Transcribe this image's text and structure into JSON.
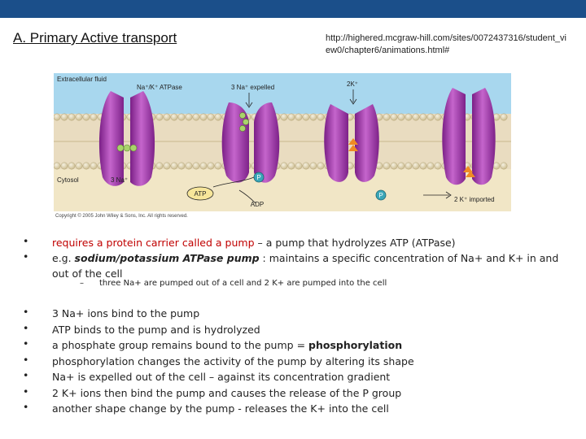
{
  "header": {
    "title": "A. Primary Active transport",
    "url": "http://highered.mcgraw-hill.com/sites/0072437316/student_view0/chapter6/animations.html#"
  },
  "figure": {
    "labels": {
      "extracellular": "Extracellular fluid",
      "pump": "Na⁺/K⁺ ATPase",
      "na_expelled": "3 Na⁺ expelled",
      "k_outside": "2K⁺",
      "cytosol": "Cytosol",
      "na_in": "3 Na⁺",
      "atp": "ATP",
      "adp": "ADP",
      "phosphate": "P",
      "k_imported": "2 K⁺ imported",
      "copyright": "Copyright © 2005 John Wiley & Sons, Inc.  All rights reserved."
    },
    "colors": {
      "extracellular": "#a8d7ee",
      "cytosol": "#f1e6c6",
      "pump": "#9b34a3",
      "pump_light": "#cf73cf",
      "sodium": "#a9d36b",
      "potassium": "#f08a24",
      "phosphate": "#3aa6b8"
    }
  },
  "bullets_top": [
    {
      "lead": "requires a protein carrier called a pump",
      "rest": " – a pump that hydrolyzes ATP (ATPase)"
    },
    {
      "prefix": "e.g. ",
      "italic": "sodium/potassium ATPase pump",
      "rest": " : maintains a specific concentration of Na+  and K+ in and out of the cell"
    }
  ],
  "sub_bullet": "three Na+ are pumped out of a cell and 2 K+ are pumped into the cell",
  "steps": [
    {
      "text": "3 Na+ ions bind to the pump"
    },
    {
      "text": "ATP binds to the pump and is hydrolyzed"
    },
    {
      "text": "a phosphate group remains bound to the pump = ",
      "bold": "phosphorylation"
    },
    {
      "text": "phosphorylation changes the activity of the pump by altering its shape"
    },
    {
      "text": "Na+ is expelled out of the cell – against its concentration gradient"
    },
    {
      "text": "2 K+ ions then bind the pump and causes the release of the P group"
    },
    {
      "text": "another shape change by the pump - releases the K+ into the cell"
    }
  ]
}
